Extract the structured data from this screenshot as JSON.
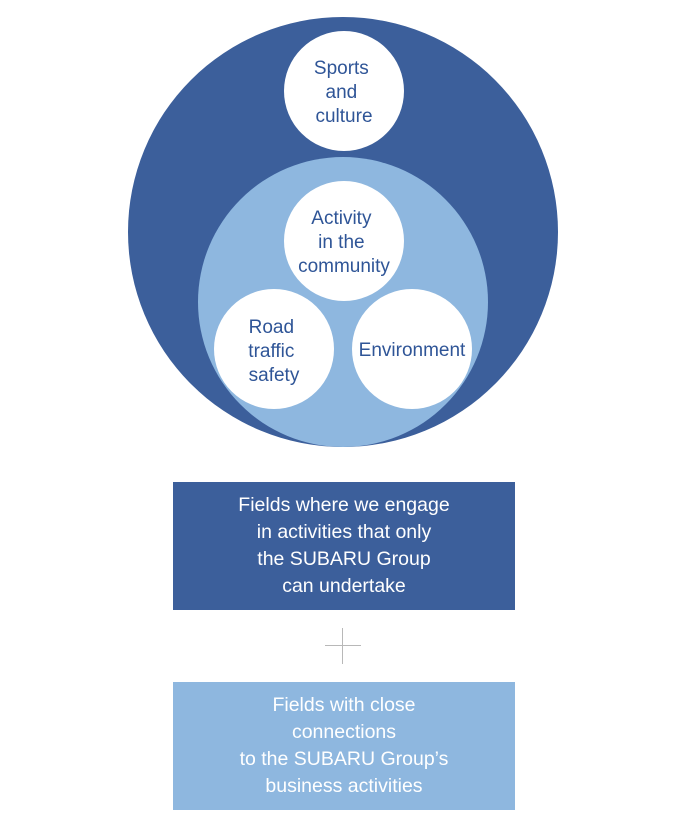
{
  "colors": {
    "outer_circle": "#3c5f9b",
    "inner_circle": "#8eb7df",
    "node_fill": "#ffffff",
    "node_text": "#2f5597",
    "box_dark": "#3c5f9b",
    "box_light": "#8eb7df",
    "plus_sign": "#b8b8b8"
  },
  "circles": {
    "outer": {
      "label": [
        "Sports",
        "and",
        "culture"
      ]
    },
    "community": {
      "label": [
        "Activity",
        "in the",
        "community"
      ]
    },
    "road_safety": {
      "label": [
        "Road",
        "traffic",
        "safety"
      ]
    },
    "environment": {
      "label": [
        "Environment"
      ]
    }
  },
  "boxes": {
    "group_activities": "Fields where we engage\nin activities that only\nthe SUBARU Group\ncan undertake",
    "business_connections": "Fields with close\nconnections\nto the SUBARU Group’s\nbusiness activities"
  },
  "plus_icon": "plus-icon"
}
